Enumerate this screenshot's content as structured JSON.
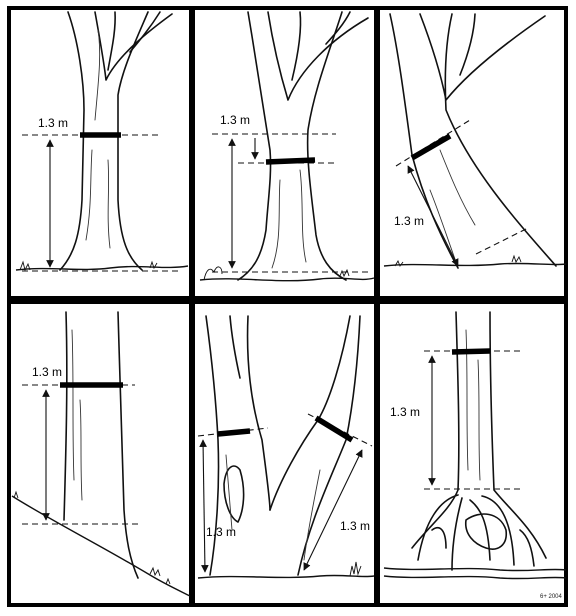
{
  "panels": [
    {
      "id": "straight",
      "label": "1.3 m"
    },
    {
      "id": "swelling",
      "label": "1.3 m"
    },
    {
      "id": "leaning",
      "label": "1.3 m"
    },
    {
      "id": "slope",
      "label": "1.3 m"
    },
    {
      "id": "forked",
      "labels": [
        "1.3 m",
        "1.3 m"
      ]
    },
    {
      "id": "stilt-roots",
      "label": "1.3 m"
    }
  ],
  "signature": "6+ 2004",
  "colors": {
    "line": "#000000",
    "paper": "#ffffff"
  }
}
